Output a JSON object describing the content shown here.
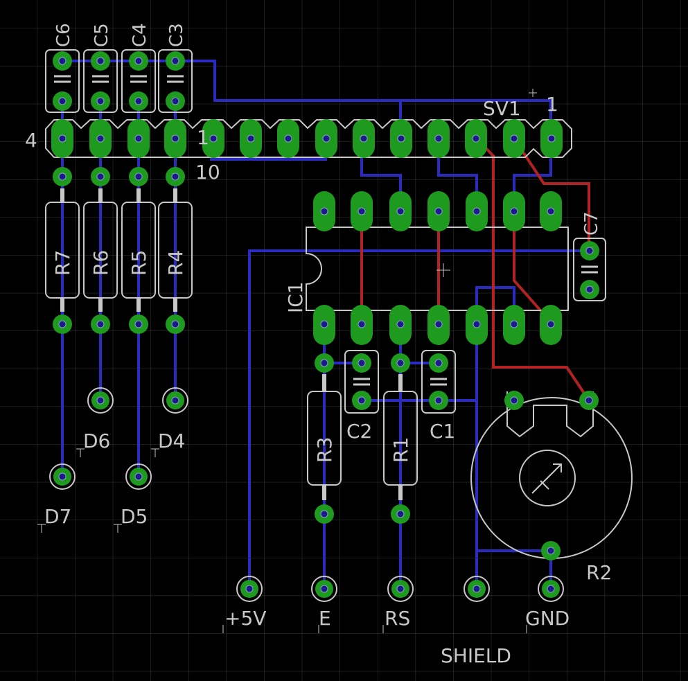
{
  "colors": {
    "background": "#000000",
    "grid": "#3a3a3a",
    "bottom_trace": "#2b2bbf",
    "top_trace": "#b22222",
    "pad": "#1e9a1e",
    "drill": "#1a1a8a",
    "silkscreen": "#c8c8c8"
  },
  "labels": {
    "c6": "C6",
    "c5": "C5",
    "c4": "C4",
    "c3": "C3",
    "sv1": "SV1",
    "sv1_pin1": "1",
    "sv1_pin4": "4",
    "sv1_pin10": "10",
    "r7": "R7",
    "r6": "R6",
    "r5": "R5",
    "r4": "R4",
    "r3": "R3",
    "r1": "R1",
    "r2": "R2",
    "c2": "C2",
    "c1": "C1",
    "c7": "C7",
    "ic1": "IC1",
    "d6": "D6",
    "d4": "D4",
    "d7": "D7",
    "d5": "D5",
    "plus5v": "+5V",
    "e": "E",
    "rs": "RS",
    "gnd": "GND",
    "shield": "SHIELD"
  }
}
